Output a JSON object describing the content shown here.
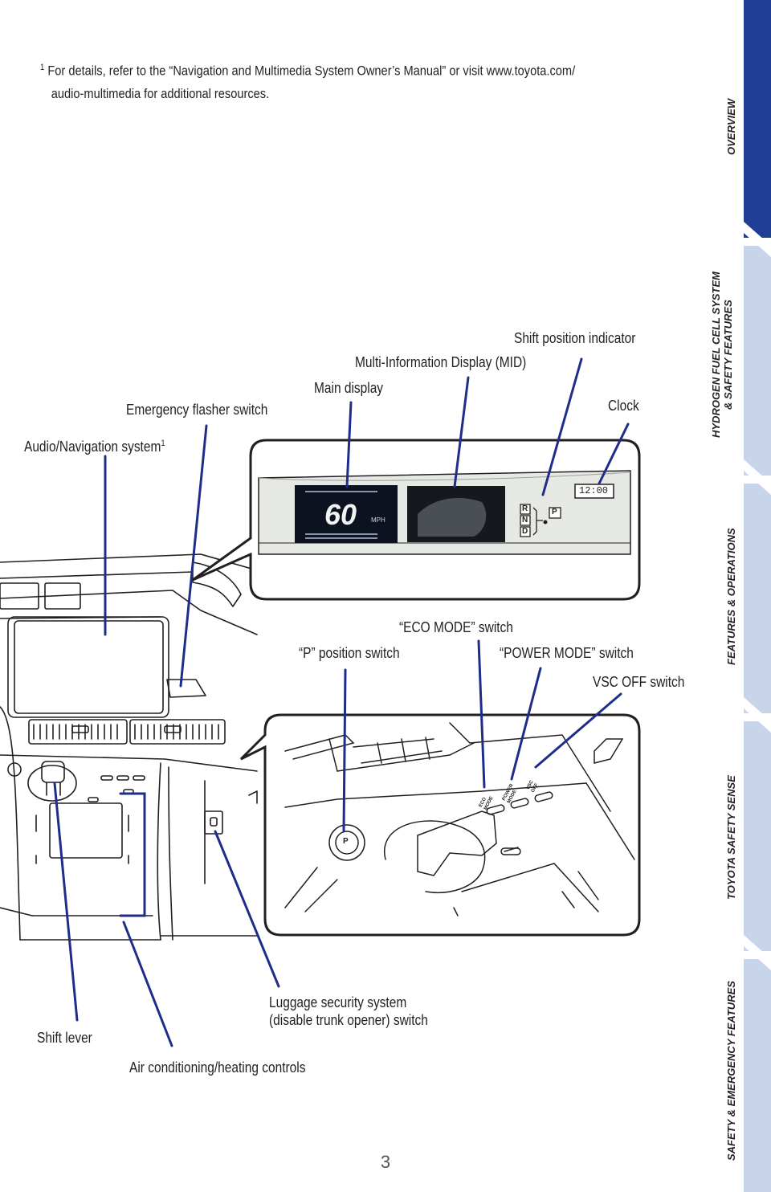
{
  "footnote": {
    "marker": "1",
    "line1": "For details, refer to the “Navigation and Multimedia System Owner’s Manual” or visit www.toyota.com/",
    "line2": "audio-multimedia for additional resources."
  },
  "labels": {
    "shift_position_indicator": "Shift position indicator",
    "mid": "Multi-Information Display (MID)",
    "main_display": "Main display",
    "clock": "Clock",
    "emergency_flasher": "Emergency flasher switch",
    "audio_nav": "Audio/Navigation system",
    "audio_nav_sup": "1",
    "eco_mode": "“ECO MODE” switch",
    "p_position": "“P” position switch",
    "power_mode": "“POWER MODE” switch",
    "vsc_off": "VSC OFF switch",
    "luggage_line1": "Luggage security system",
    "luggage_line2": "(disable trunk opener) switch",
    "shift_lever": "Shift lever",
    "air_conditioning": "Air conditioning/heating controls"
  },
  "display_screen": {
    "speed": "60",
    "speed_unit": "MPH",
    "clock": "12:00",
    "gears": [
      "R",
      "N",
      "D"
    ],
    "park": "P"
  },
  "console_labels": {
    "eco": "ECO MODE",
    "power": "POWER MODE",
    "vsc": "VSC OFF",
    "p_button": "P"
  },
  "tabs": [
    {
      "label": "OVERVIEW",
      "active": true
    },
    {
      "label": "HYDROGEN FUEL CELL SYSTEM & SAFETY FEATURES",
      "line1": "HYDROGEN FUEL CELL SYSTEM",
      "line2": "& SAFETY FEATURES",
      "active": false
    },
    {
      "label": "FEATURES & OPERATIONS",
      "active": false
    },
    {
      "label": "TOYOTA SAFETY SENSE",
      "active": false
    },
    {
      "label": "SAFETY & EMERGENCY FEATURES",
      "active": false
    }
  ],
  "page_number": "3",
  "colors": {
    "leader_line": "#1f2d8a",
    "tab_active": "#1f3e95",
    "tab_inactive": "#c8d4ea"
  }
}
